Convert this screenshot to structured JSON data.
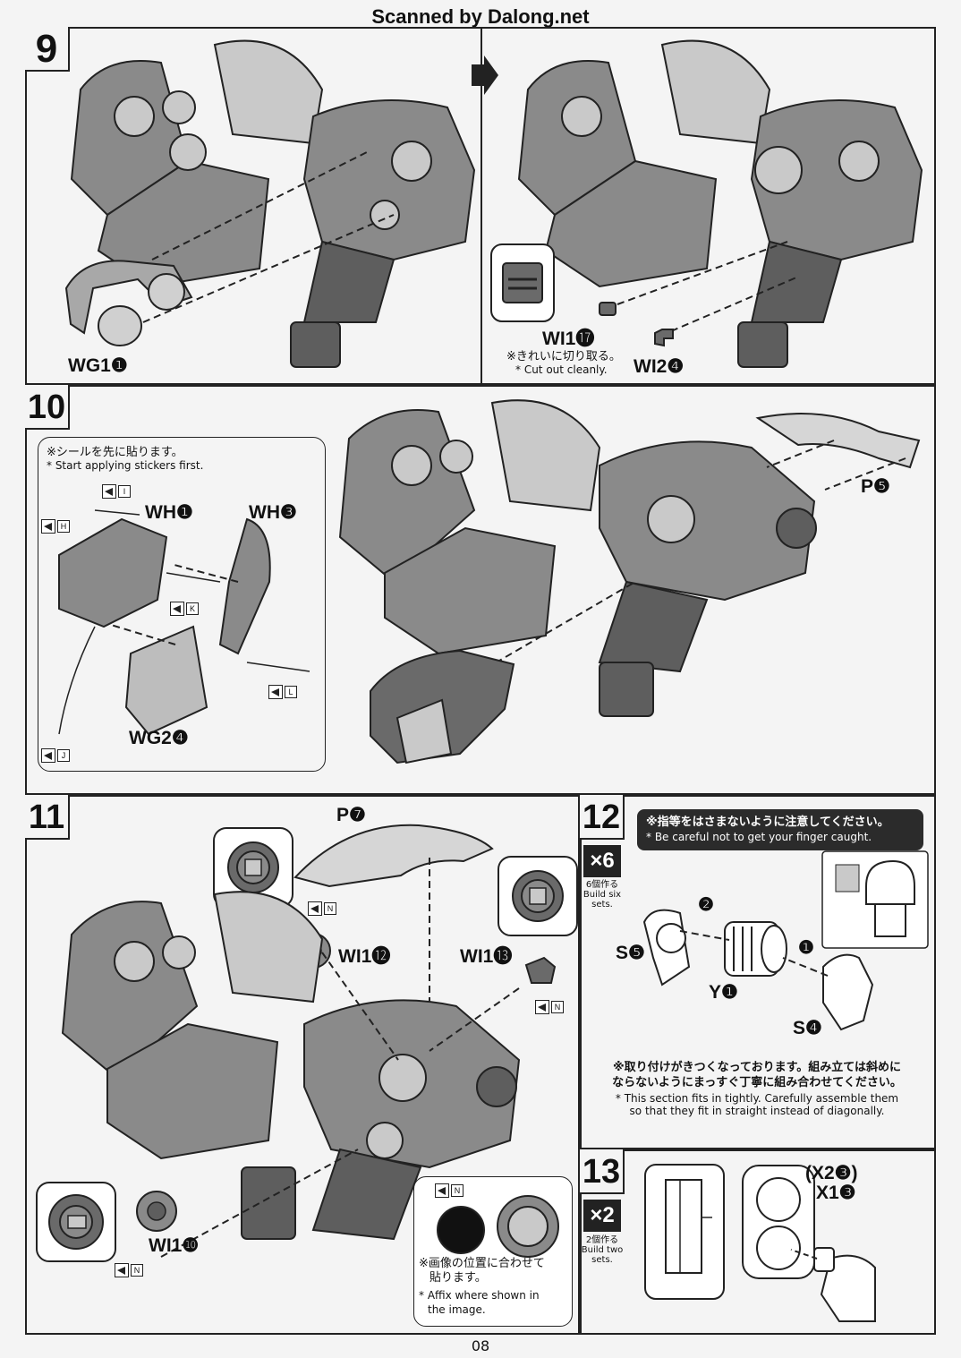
{
  "watermark": "Scanned by Dalong.net",
  "page_number": "08",
  "step9": {
    "number": "9",
    "part_wg1": "WG1❶",
    "part_wi1": "WI1⓱",
    "part_wi2": "WI2❹",
    "note_jp": "※きれいに切り取る。",
    "note_en": "* Cut out cleanly."
  },
  "step10": {
    "number": "10",
    "note_jp": "※シールを先に貼ります。",
    "note_en": "* Start applying stickers first.",
    "part_wh1": "WH❶",
    "part_wh3": "WH❸",
    "part_wg2": "WG2❹",
    "part_p5": "P❺",
    "stickers": [
      "I",
      "H",
      "K",
      "L",
      "J"
    ]
  },
  "step11": {
    "number": "11",
    "part_p7": "P❼",
    "part_wi12": "WI1⓬",
    "part_wi13": "WI1⓭",
    "part_wi10": "WI1❿",
    "sticker": "N",
    "note_jp1": "※画像の位置に合わせて",
    "note_jp2": "貼ります。",
    "note_en1": "* Affix where shown in",
    "note_en2": "the image."
  },
  "step12": {
    "number": "12",
    "multiplier": "×6",
    "mult_jp": "6個作る",
    "mult_en1": "Build six",
    "mult_en2": "sets.",
    "caution_jp": "※指等をはさまないように注意してください。",
    "caution_en": "* Be careful not to get your finger caught.",
    "part_s5": "S❺",
    "part_y1": "Y❶",
    "part_s4": "S❹",
    "order_1": "❶",
    "order_2": "❷",
    "fit_jp1": "※取り付けがきつくなっております。組み立ては斜めに",
    "fit_jp2": "ならないようにまっすぐ丁寧に組み合わせてください。",
    "fit_en1": "* This section fits in tightly. Carefully assemble them",
    "fit_en2": "so that they fit in straight instead of diagonally."
  },
  "step13": {
    "number": "13",
    "multiplier": "×2",
    "mult_jp": "2個作る",
    "mult_en1": "Build two",
    "mult_en2": "sets.",
    "part_x2": "(X2❸)",
    "part_x1": "X1❸"
  },
  "colors": {
    "part_fill": "#8a8a8a",
    "part_dark": "#5e5e5e",
    "part_light": "#c9c9c9",
    "line": "#222222",
    "paper": "#f4f4f4"
  }
}
